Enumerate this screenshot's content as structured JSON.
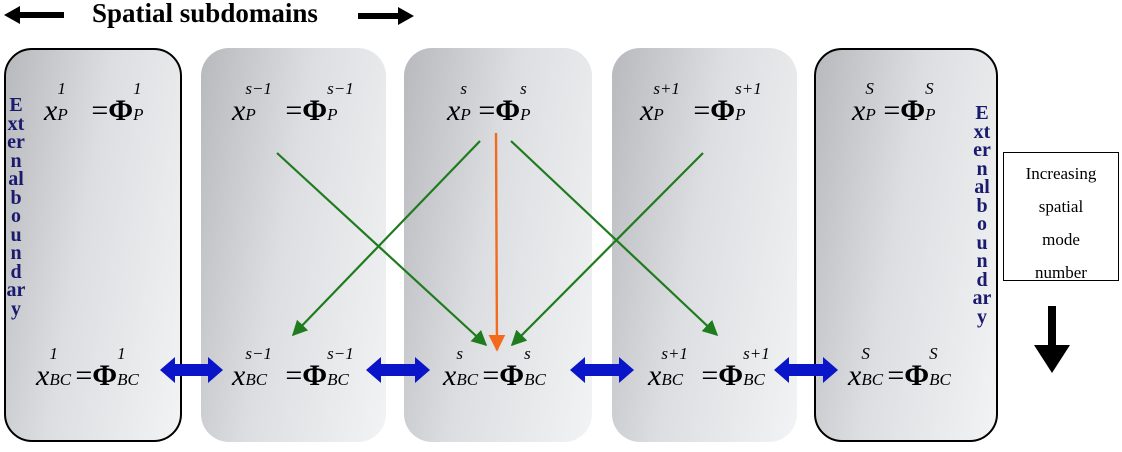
{
  "title": "Spatial subdomains",
  "side_label_left": "External boundary",
  "side_label_right": "External boundary",
  "legend_box": {
    "line1": "Increasing",
    "line2": "spatial",
    "line3": "mode",
    "line4": "number"
  },
  "subdomains": [
    {
      "sup": "1",
      "top_sub": "P",
      "bottom_sub": "BC"
    },
    {
      "sup": "s−1",
      "top_sub": "P",
      "bottom_sub": "BC"
    },
    {
      "sup": "s",
      "top_sub": "P",
      "bottom_sub": "BC"
    },
    {
      "sup": "s+1",
      "top_sub": "P",
      "bottom_sub": "BC"
    },
    {
      "sup": "S",
      "top_sub": "P",
      "bottom_sub": "BC"
    }
  ],
  "symbols": {
    "var": "x",
    "phi": "Φ",
    "equals": "="
  },
  "colors": {
    "green_arrow": "#1e7b1e",
    "orange_arrow": "#f26b1d",
    "blue_arrow": "#0a14c8",
    "text_dark_blue": "#1a1a6e"
  }
}
